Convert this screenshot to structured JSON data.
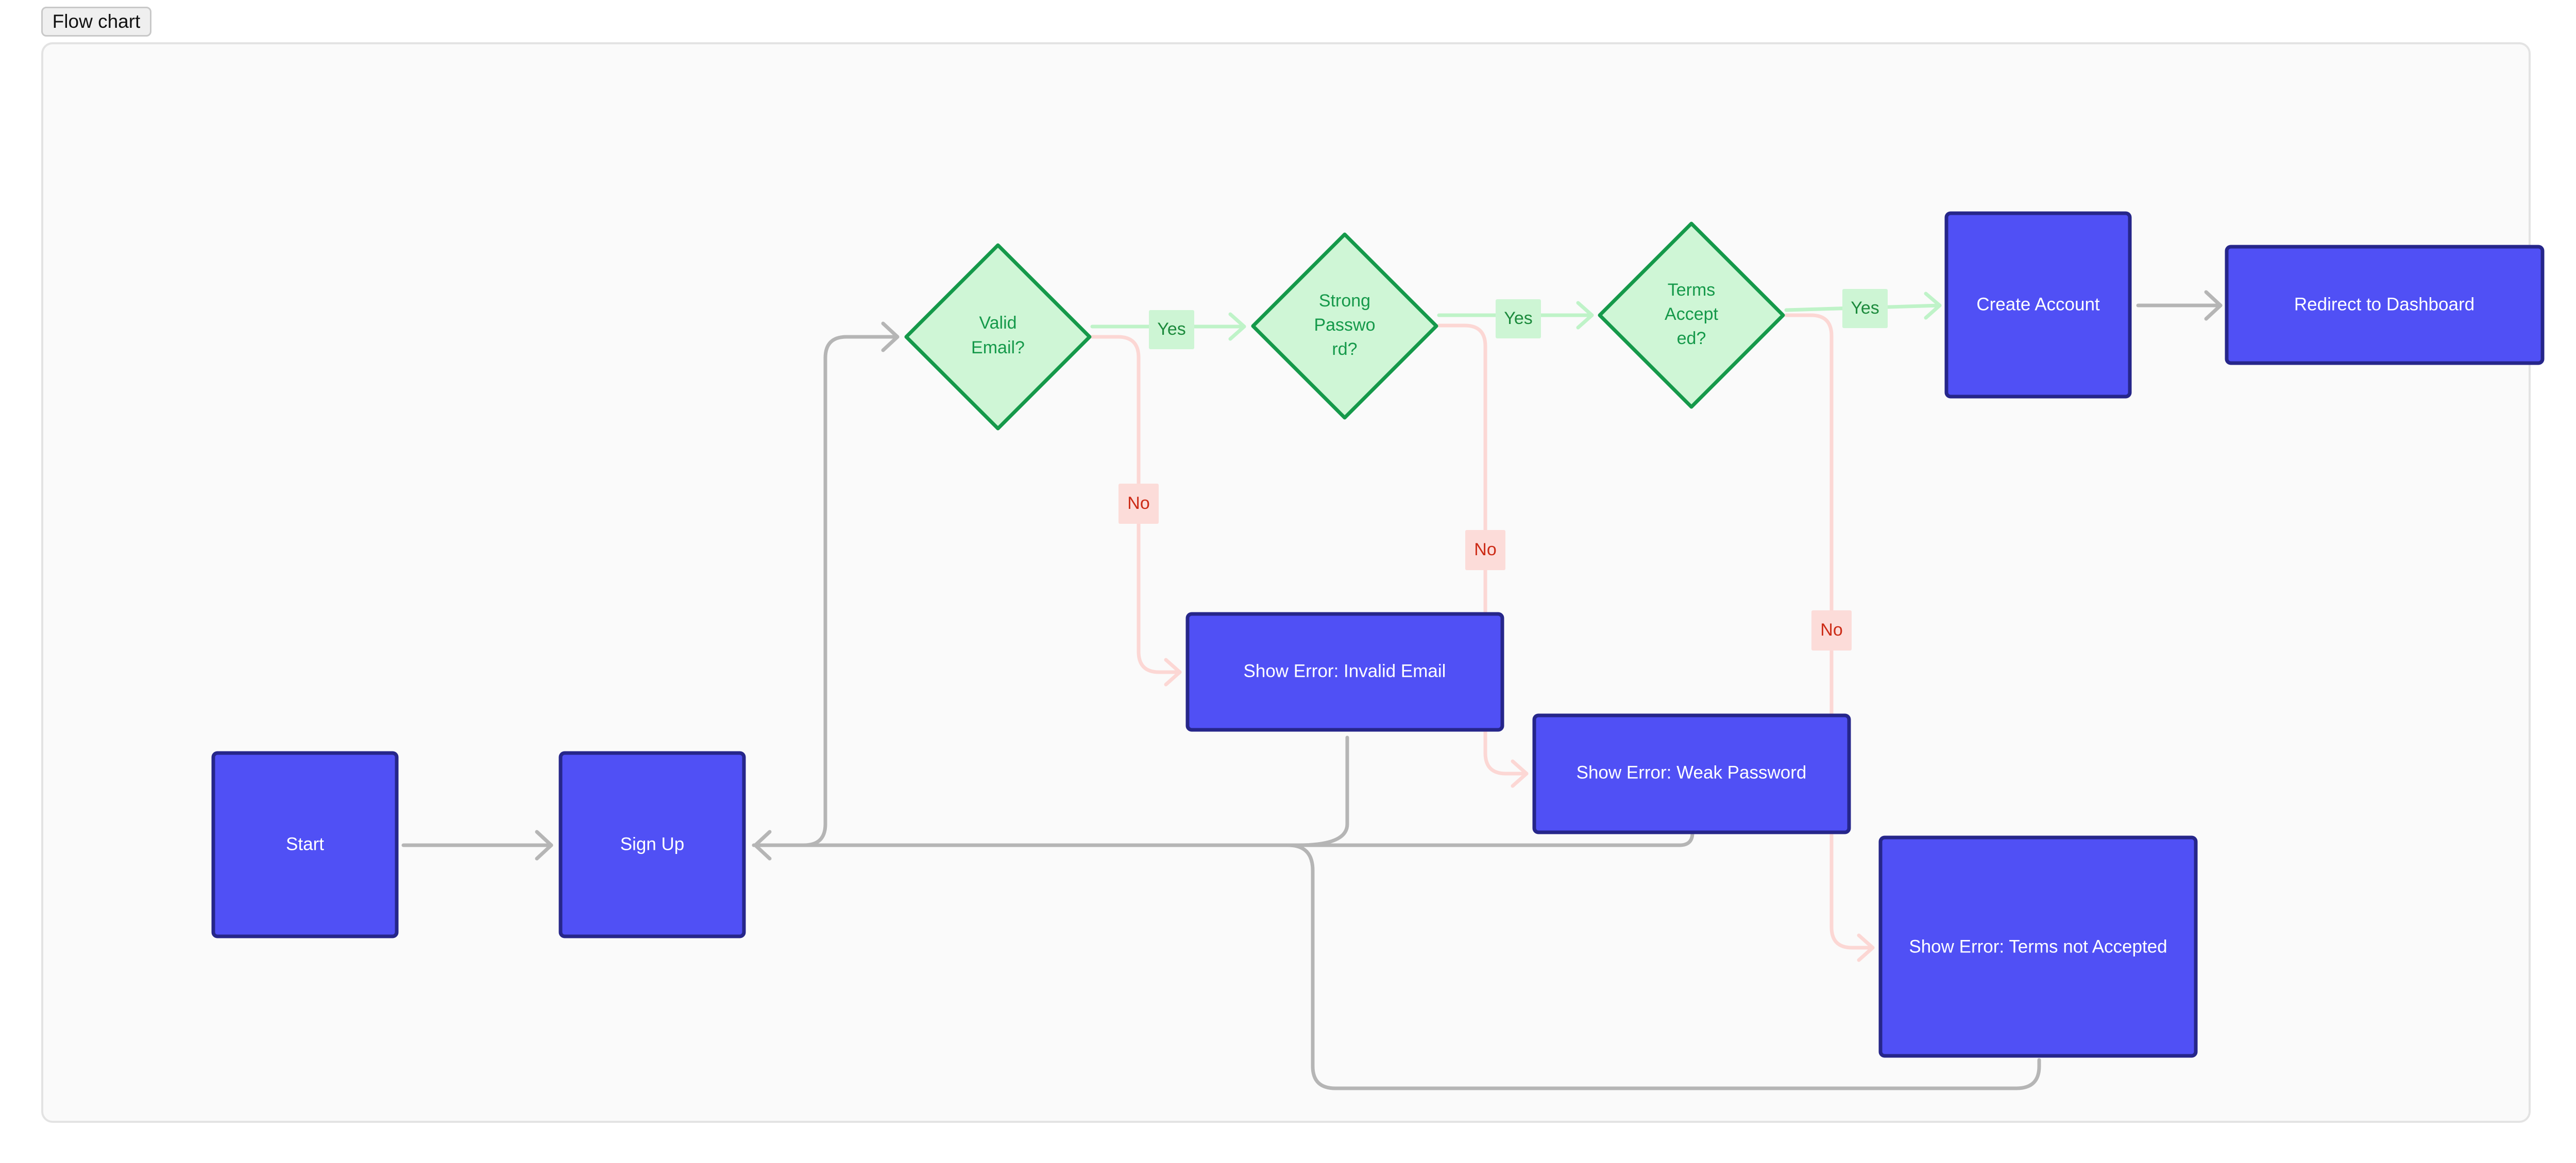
{
  "tab": {
    "label": "Flow chart"
  },
  "colors": {
    "process_fill": "#5050f5",
    "process_border": "#26268a",
    "process_text": "#ffffff",
    "decision_fill": "#cff6d6",
    "decision_border": "#15994a",
    "decision_text": "#15994a",
    "edge_default": "#b5b5b5",
    "edge_yes": "#bff3c8",
    "edge_no": "#fcd7d4",
    "yes_label_bg": "#cdf5d4",
    "yes_label_text": "#1c8a3c",
    "no_label_bg": "#fcdcd9",
    "no_label_text": "#cc2b16"
  },
  "nodes": {
    "start": "Start",
    "sign_up": "Sign Up",
    "valid_email": [
      "Valid",
      "Email?"
    ],
    "strong_password": [
      "Strong",
      "Passwo",
      "rd?"
    ],
    "terms_accepted": [
      "Terms",
      "Accept",
      "ed?"
    ],
    "create_account": "Create Account",
    "redirect": "Redirect to Dashboard",
    "error_email": "Show Error: Invalid Email",
    "error_password": "Show Error: Weak Password",
    "error_terms": "Show Error: Terms not Accepted"
  },
  "edge_labels": {
    "yes": "Yes",
    "no": "No"
  }
}
